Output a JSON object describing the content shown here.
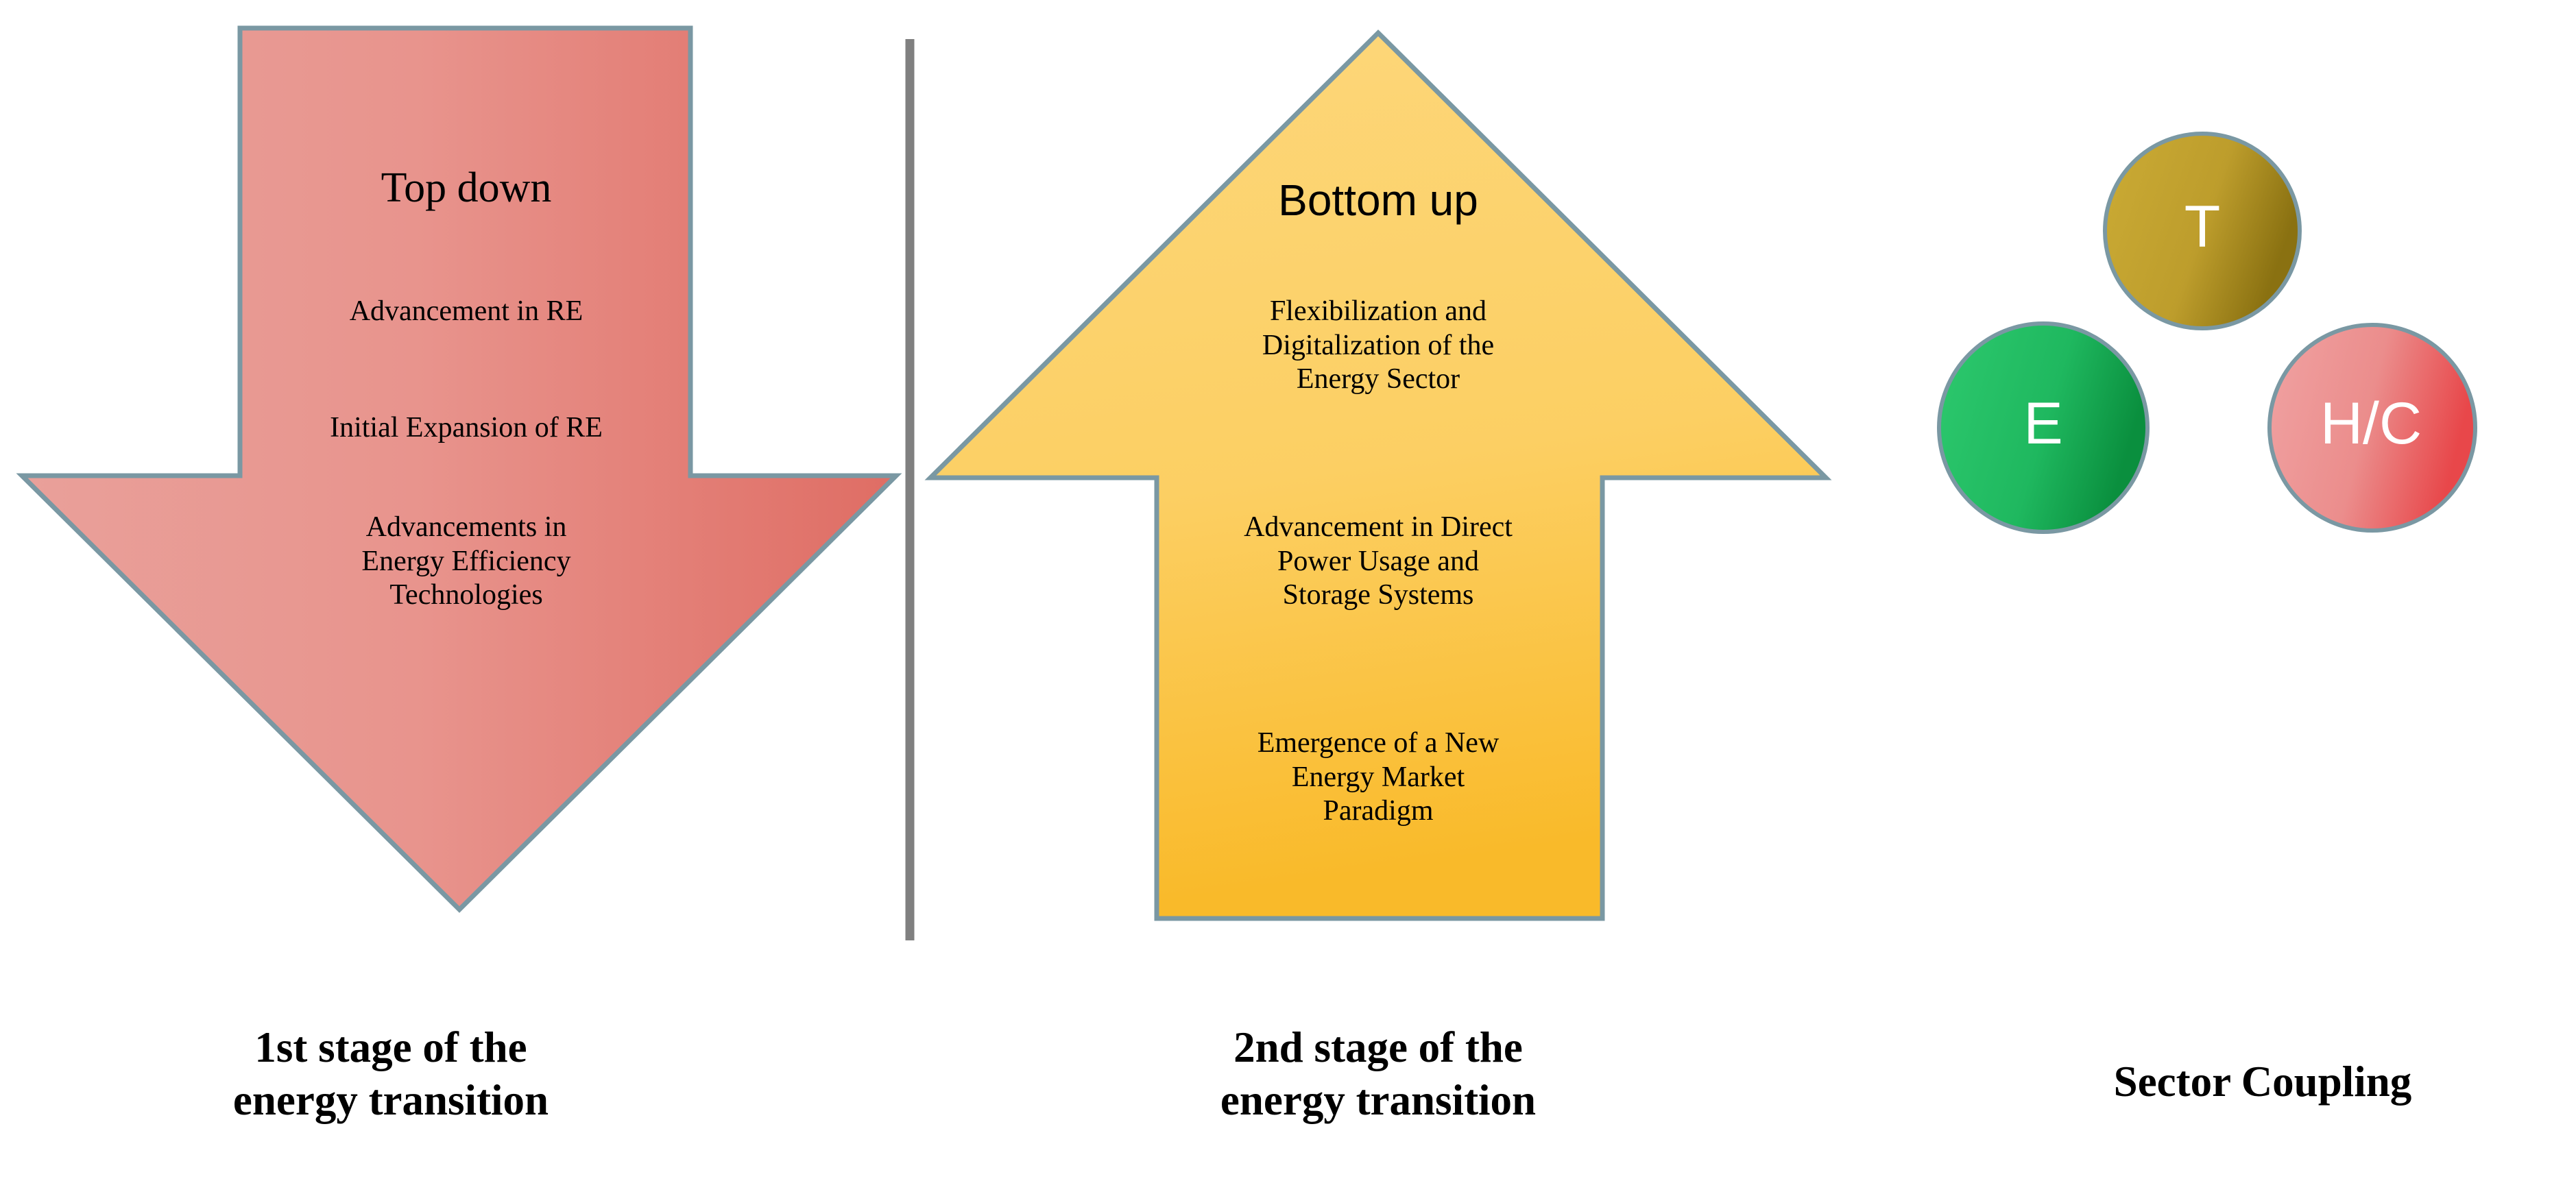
{
  "figure": {
    "background": "#ffffff",
    "outline_color": "#7a98a3",
    "divider_color": "#808080"
  },
  "panels": [
    {
      "id": "stage1",
      "shape": "down-arrow",
      "fill_light": "#e99b95",
      "fill_dark": "#dd6b62",
      "title": "Top down",
      "items": [
        "Advancement in RE",
        "Initial Expansion of RE",
        "Advancements in\nEnergy Efficiency\nTechnologies"
      ],
      "caption": "1st stage of the\nenergy transition"
    },
    {
      "id": "stage2",
      "shape": "up-arrow",
      "fill_light": "#fcd675",
      "fill_dark": "#f9bb2e",
      "title": "Bottom up",
      "items": [
        "Flexibilization and\nDigitalization of the\nEnergy Sector",
        "Advancement in Direct\nPower Usage and\nStorage Systems",
        "Emergence of a New\nEnergy Market\nParadigm"
      ],
      "caption": "2nd stage of the\nenergy transition"
    },
    {
      "id": "sector-coupling",
      "shape": "three-circles",
      "caption": "Sector Coupling",
      "circles": [
        {
          "id": "t",
          "label": "T",
          "fill_light": "#c9a932",
          "fill_dark": "#8f7512",
          "text_color": "#ffffff"
        },
        {
          "id": "e",
          "label": "E",
          "fill_light": "#27c269",
          "fill_dark": "#0f9c45",
          "text_color": "#ffffff"
        },
        {
          "id": "hc",
          "label": "H/C",
          "fill_light": "#ef9a9a",
          "fill_dark": "#e8494a",
          "text_color": "#ffffff"
        }
      ]
    }
  ]
}
